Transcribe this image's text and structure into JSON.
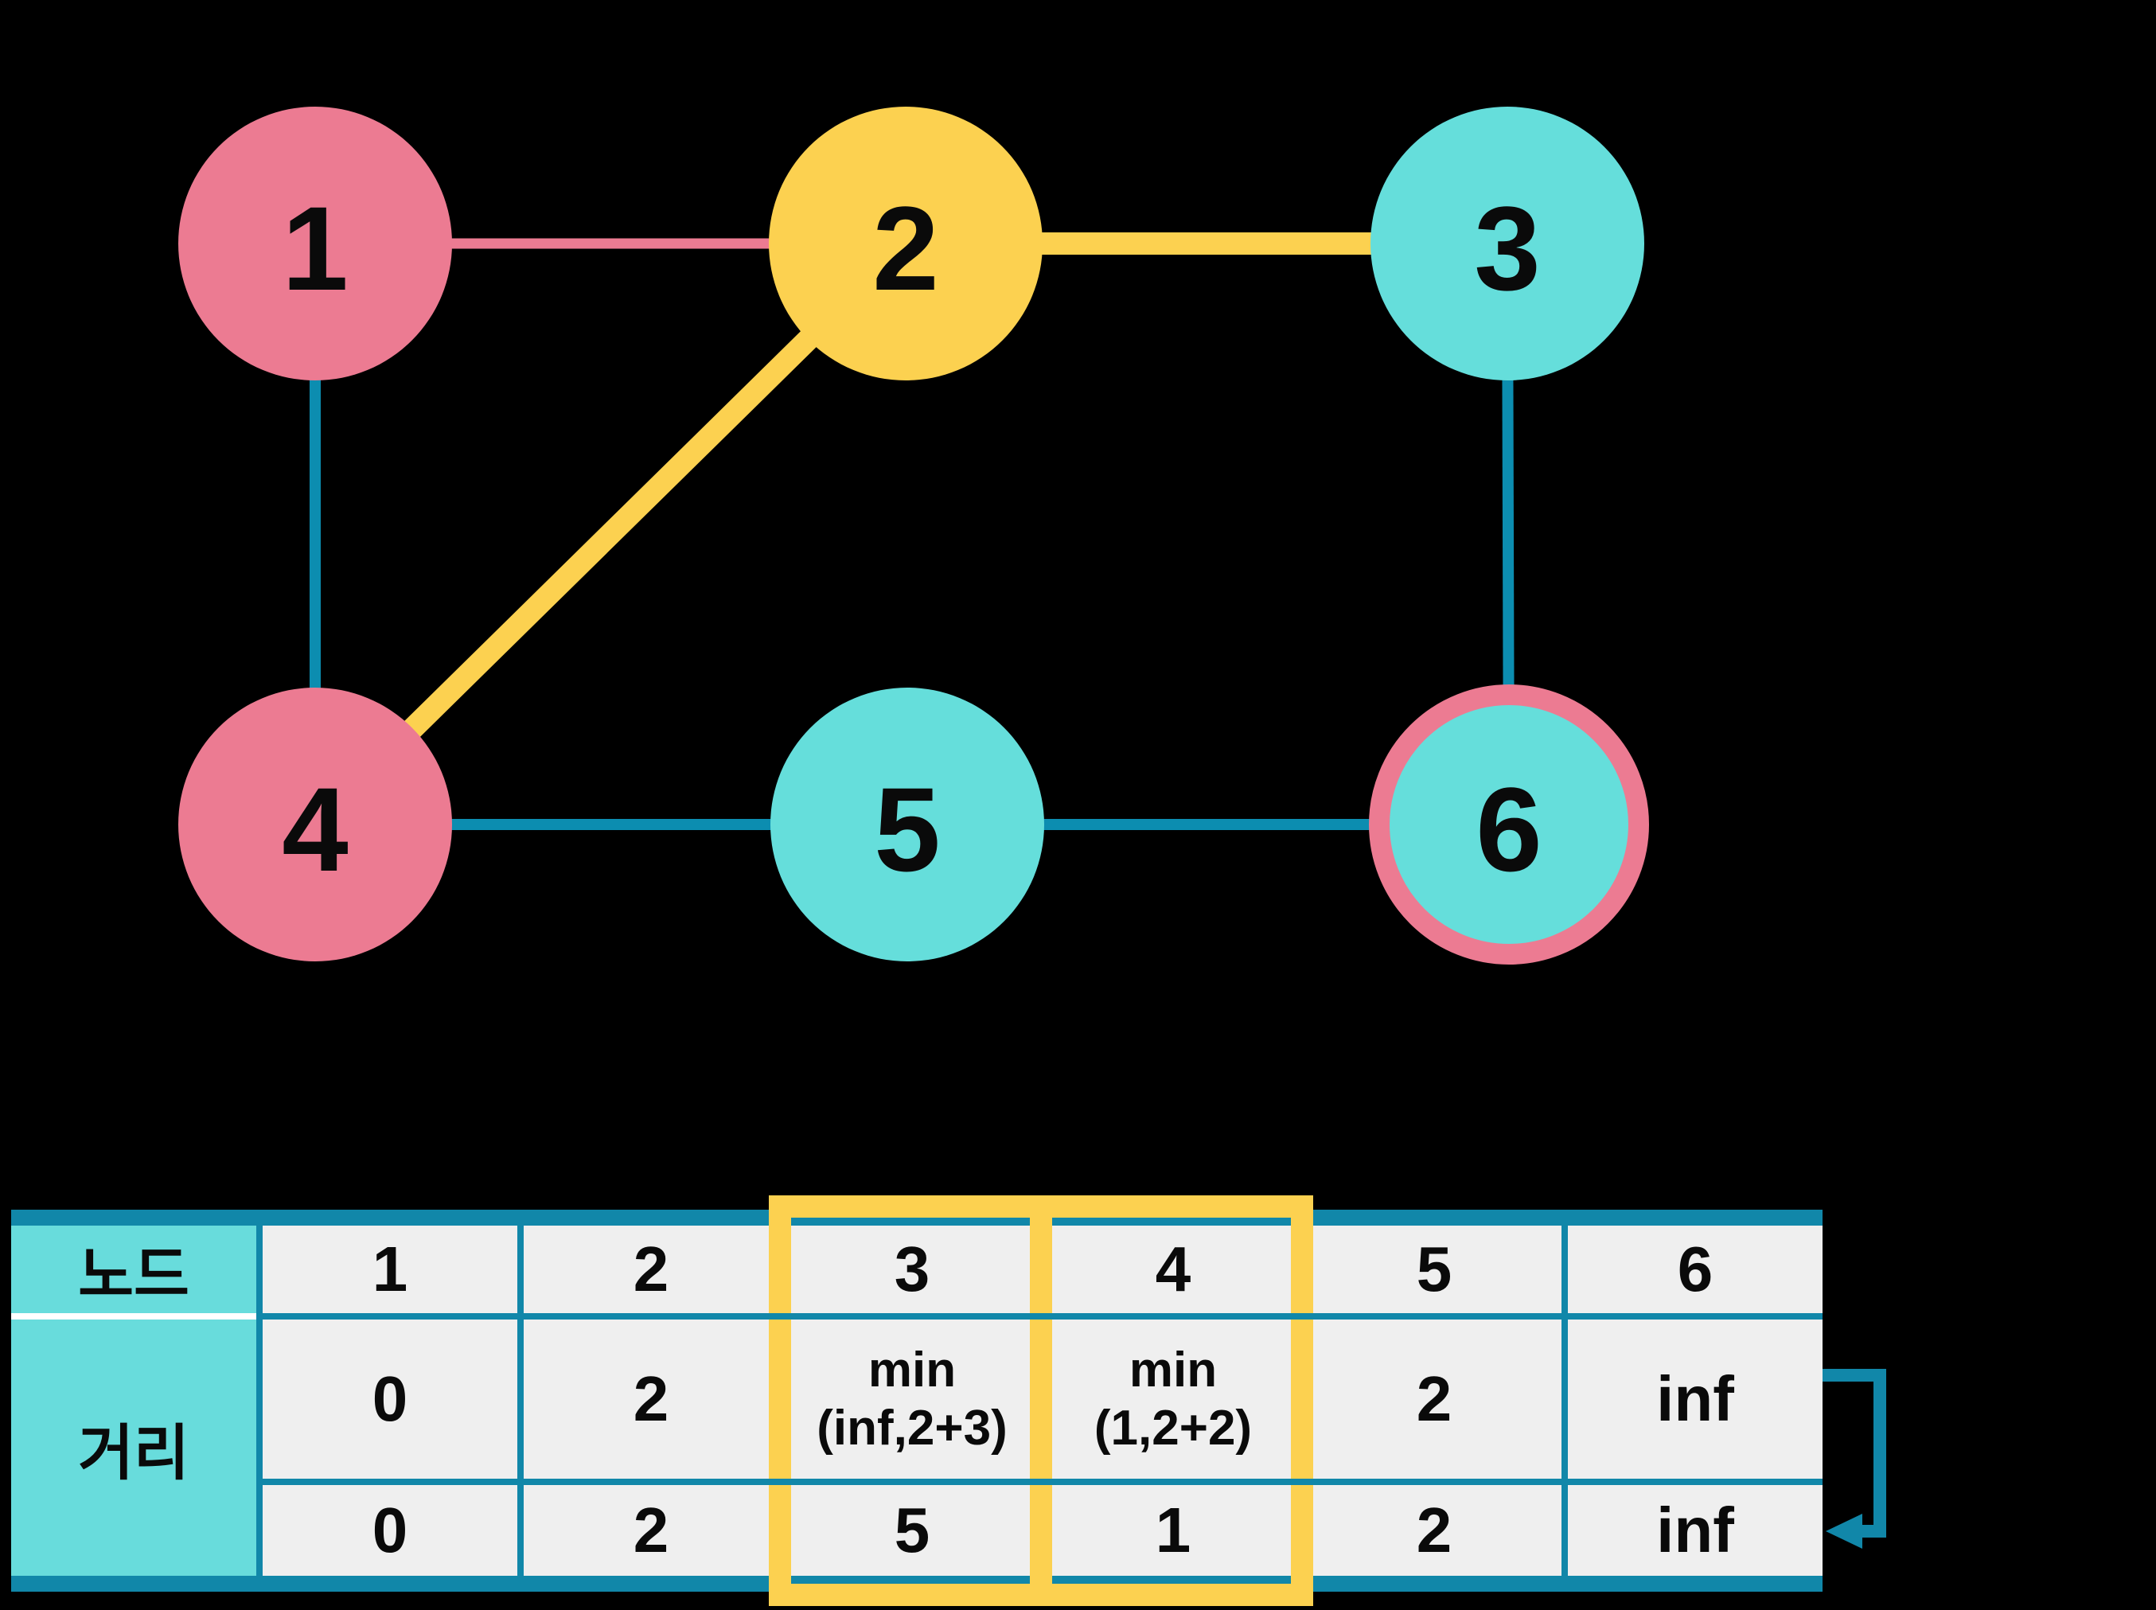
{
  "background": "#000000",
  "colors": {
    "node_pink": "#ec7b92",
    "node_yellow": "#fcd150",
    "node_teal": "#65dedb",
    "line_teal": "#0c8db0",
    "table_border_teal": "#1187a9",
    "table_header_fill": "#68dcdc",
    "cell_fill": "#efefef",
    "highlight_yellow": "#fcd150",
    "text_black": "#0a0a0a",
    "gap_white": "#ffffff"
  },
  "graph": {
    "nodes": [
      {
        "id": "1",
        "label": "1",
        "fill": "#ec7b92"
      },
      {
        "id": "2",
        "label": "2",
        "fill": "#fcd150"
      },
      {
        "id": "3",
        "label": "3",
        "fill": "#65dedb"
      },
      {
        "id": "4",
        "label": "4",
        "fill": "#ec7b92"
      },
      {
        "id": "5",
        "label": "5",
        "fill": "#65dedb"
      },
      {
        "id": "6",
        "label": "6",
        "fill": "#65dedb",
        "ring": "#ec7b92"
      }
    ],
    "edges": [
      {
        "from": "1",
        "to": "2",
        "color": "#ec7b92",
        "width": 13
      },
      {
        "from": "2",
        "to": "3",
        "color": "#fcd150",
        "width": 28
      },
      {
        "from": "2",
        "to": "4",
        "color": "#fcd150",
        "width": 28
      },
      {
        "from": "1",
        "to": "4",
        "color": "#0c8db0",
        "width": 14
      },
      {
        "from": "3",
        "to": "6",
        "color": "#0c8db0",
        "width": 14
      },
      {
        "from": "4",
        "to": "5",
        "color": "#0c8db0",
        "width": 14
      },
      {
        "from": "5",
        "to": "6",
        "color": "#0c8db0",
        "width": 14
      }
    ]
  },
  "table": {
    "row_headers": {
      "nodes": "노드",
      "distance": "거리"
    },
    "node_row": [
      "1",
      "2",
      "3",
      "4",
      "5",
      "6"
    ],
    "distance_calc_row": [
      [
        "0"
      ],
      [
        "2"
      ],
      [
        "min",
        "(inf,2+3)"
      ],
      [
        "min",
        "(1,2+2)"
      ],
      [
        "2"
      ],
      [
        "inf"
      ]
    ],
    "distance_result_row": [
      "0",
      "2",
      "5",
      "1",
      "2",
      "inf"
    ],
    "highlighted_columns": [
      3,
      4
    ]
  }
}
